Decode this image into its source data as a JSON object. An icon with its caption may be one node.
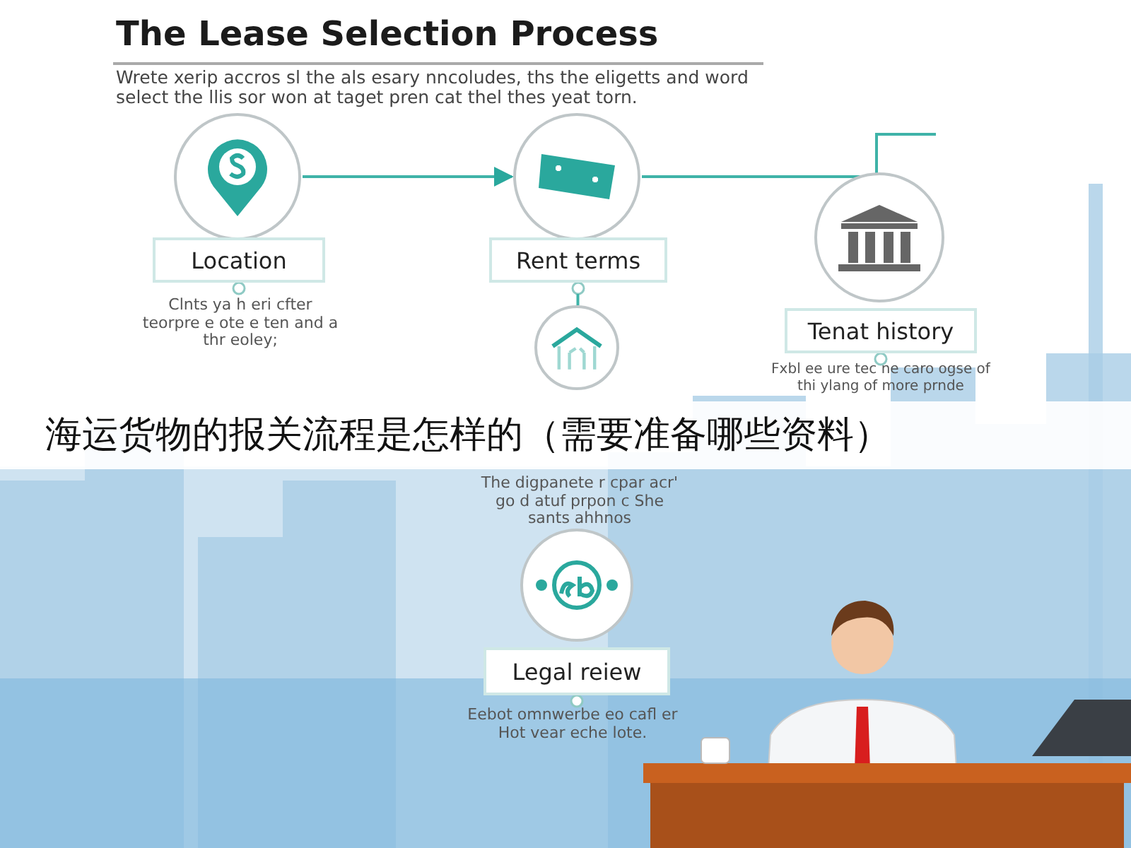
{
  "diagram": {
    "title": "The Lease Selection Process",
    "nodes": [
      {
        "text": [],
        "shape": "circle"
      },
      {
        "text": [
          "Location"
        ],
        "beside": [
          "Clnts ya h eri cfter teorpre e ote e ten and a thr eoley;"
        ]
      },
      {
        "text": [],
        "shape": "circle"
      },
      {
        "text": [
          "Rent terms"
        ]
      },
      {
        "text": [],
        "shape": "circle"
      },
      {
        "text": [
          "Tenat history"
        ],
        "beside": [
          "Fxbl ee ure tec ne caro ogse of thi ylang of more prnde"
        ]
      },
      {
        "text": [],
        "shape": "circle"
      },
      {
        "text": [],
        "shape": "circle"
      },
      {
        "text": [
          "Legal reiew"
        ],
        "beside": [
          "Eebot omnwerbe eo cafl er Hot vear eche lote."
        ]
      }
    ],
    "edges": [
      {
        "from": 0,
        "to": 2,
        "arrow": "to"
      },
      {
        "from": 2,
        "to": null,
        "arrow": "none"
      },
      {
        "from": 3,
        "to": 6,
        "arrow": "none"
      }
    ],
    "labels": [
      "Wrete xerip accros sl the als esary nncoludes, ths the eligetts and word select the llis sor won at taget pren cat thel thes yeat torn.",
      "海运货物的报关流程是怎样的（需要准备哪些资料）",
      "The digpanete r cpar acr' go d atuf prpon c She sants ahhnos"
    ]
  }
}
